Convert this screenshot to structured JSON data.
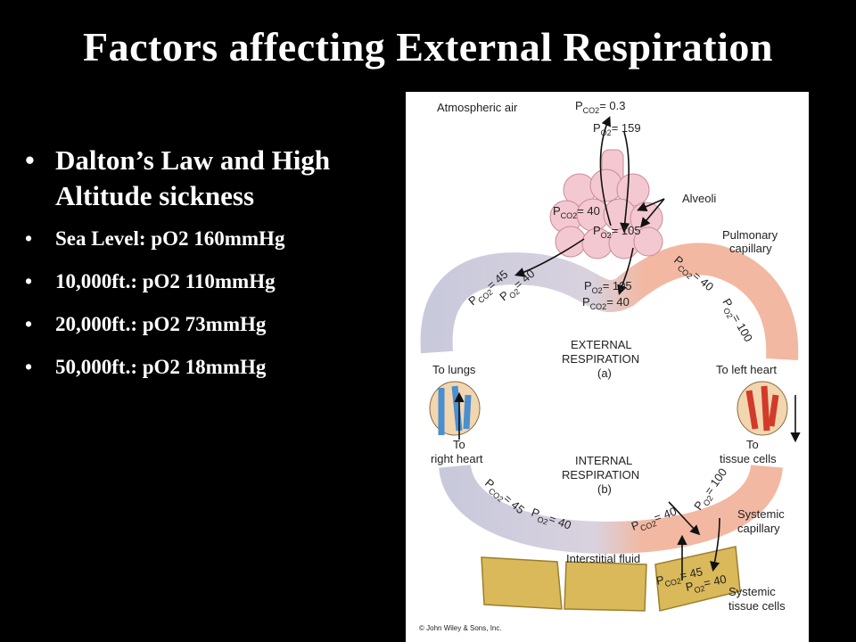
{
  "slide": {
    "title": "Factors affecting External Respiration",
    "bullets": [
      {
        "text": "Dalton’s Law  and High Altitude sickness",
        "level": "main"
      },
      {
        "text": "Sea Level: pO2 160mmHg",
        "level": "sub"
      },
      {
        "text": "10,000ft.:  pO2 110mmHg",
        "level": "sub"
      },
      {
        "text": "20,000ft.:  pO2 73mmHg",
        "level": "sub"
      },
      {
        "text": "50,000ft.:  pO2  18mmHg",
        "level": "sub"
      }
    ]
  },
  "figure": {
    "labels": {
      "atmospheric_air": "Atmospheric air",
      "pco2_atm": "= 0.3",
      "po2_atm": "= 159",
      "alveoli": "Alveoli",
      "pco2_alv": "= 40",
      "po2_alv": "= 105",
      "pulmonary_capillary_1": "Pulmonary",
      "pulmonary_capillary_2": "capillary",
      "pco2_venous_pul": "= 45",
      "po2_venous_pul": "= 40",
      "po2_pul_mid": "= 105",
      "pco2_pul_mid": "= 40",
      "pco2_art_pul": "= 40",
      "po2_art_pul": "= 100",
      "external_1": "EXTERNAL",
      "external_2": "RESPIRATION",
      "external_3": "(a)",
      "to_lungs": "To lungs",
      "to_left_heart": "To left heart",
      "to_right_heart_1": "To",
      "to_right_heart_2": "right heart",
      "to_tissue_1": "To",
      "to_tissue_2": "tissue cells",
      "internal_1": "INTERNAL",
      "internal_2": "RESPIRATION",
      "internal_3": "(b)",
      "pco2_sys_ven": "= 45",
      "po2_sys_ven": "= 40",
      "po2_sys_art": "= 100",
      "pco2_sys_art": "= 40",
      "systemic_capillary_1": "Systemic",
      "systemic_capillary_2": "capillary",
      "interstitial_fluid": "Interstitial fluid",
      "pco2_tissue": "= 45",
      "po2_tissue": "= 40",
      "systemic_tissue_1": "Systemic",
      "systemic_tissue_2": "tissue cells",
      "copyright": "© John Wiley & Sons, Inc."
    },
    "colors": {
      "venous": "#c9c9dc",
      "arterial": "#f2b8a2",
      "alveoli": "#f4c8d0",
      "tissue": "#d9b95a",
      "heart_blue": "#4a8fd0",
      "heart_red": "#d23a2a"
    }
  }
}
